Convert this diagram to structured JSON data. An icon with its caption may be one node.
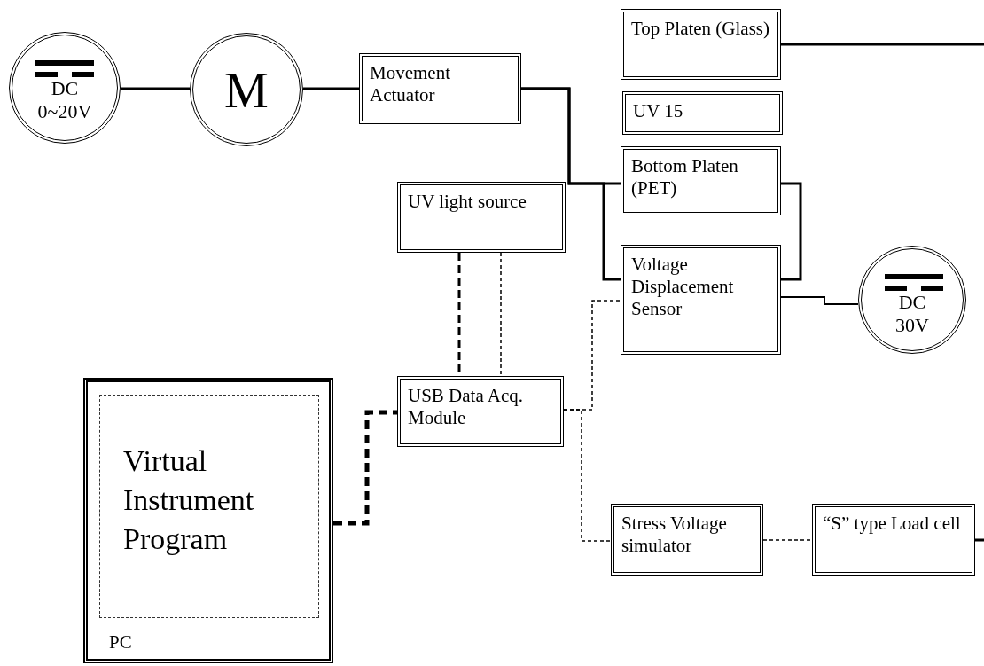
{
  "diagram": {
    "nodes": [
      {
        "text": [
          "DC",
          "0~20V"
        ]
      },
      {
        "text": [
          "M"
        ]
      },
      {
        "text": [
          "Movement Actuator"
        ]
      },
      {
        "text": [
          "Top Platen (Glass)"
        ]
      },
      {
        "text": [
          "UV 15"
        ]
      },
      {
        "text": [
          "Bottom Platen (PET)"
        ]
      },
      {
        "text": [
          "UV light source"
        ]
      },
      {
        "text": [
          "Voltage Displacement Sensor"
        ]
      },
      {
        "text": [
          "DC",
          "30V"
        ]
      },
      {
        "text": [
          "PC"
        ]
      },
      {
        "text": [
          "Virtual Instrument Program"
        ],
        "in": 9
      },
      {
        "text": [
          "USB Data Acq. Module"
        ]
      },
      {
        "text": [
          "Stress Voltage simulator"
        ]
      },
      {
        "text": [
          "“S” type Load cell"
        ]
      }
    ],
    "edges": [
      {
        "from": 0,
        "to": 1,
        "arrow": "none"
      },
      {
        "from": 1,
        "to": 2,
        "arrow": "none"
      },
      {
        "from": 2,
        "to": 5,
        "arrow": "none"
      },
      {
        "from": 2,
        "to": 7,
        "arrow": "none"
      },
      {
        "from": 5,
        "to": 7,
        "arrow": "none"
      },
      {
        "from": 7,
        "to": 8,
        "arrow": "none"
      },
      {
        "from": 6,
        "to": 11,
        "arrow": "none",
        "style": "dashed"
      },
      {
        "from": 6,
        "to": 11,
        "arrow": "none",
        "style": "dashed"
      },
      {
        "from": 9,
        "to": 11,
        "arrow": "none",
        "style": "dashed"
      },
      {
        "from": 11,
        "to": 7,
        "arrow": "none",
        "style": "dashed"
      },
      {
        "from": 11,
        "to": 12,
        "arrow": "none",
        "style": "dashed"
      },
      {
        "from": 12,
        "to": 13,
        "arrow": "none",
        "style": "dashed"
      },
      {
        "from": 3,
        "to": null,
        "arrow": "none"
      },
      {
        "from": 13,
        "to": null,
        "arrow": "none"
      }
    ]
  }
}
